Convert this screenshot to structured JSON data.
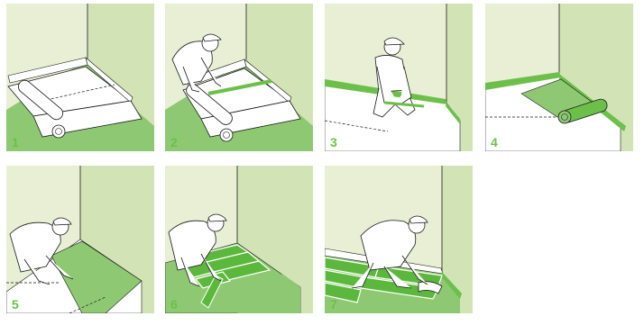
{
  "steps": [
    {
      "number": "1"
    },
    {
      "number": "2"
    },
    {
      "number": "3"
    },
    {
      "number": "4"
    },
    {
      "number": "5"
    },
    {
      "number": "6"
    },
    {
      "number": "7"
    }
  ],
  "colors": {
    "wall": "#e8efd5",
    "wall_shade": "#d2e4b6",
    "floor": "#8fc873",
    "accent": "#6cc04a",
    "line": "#1a1a1a",
    "underlay": "#ffffff"
  }
}
